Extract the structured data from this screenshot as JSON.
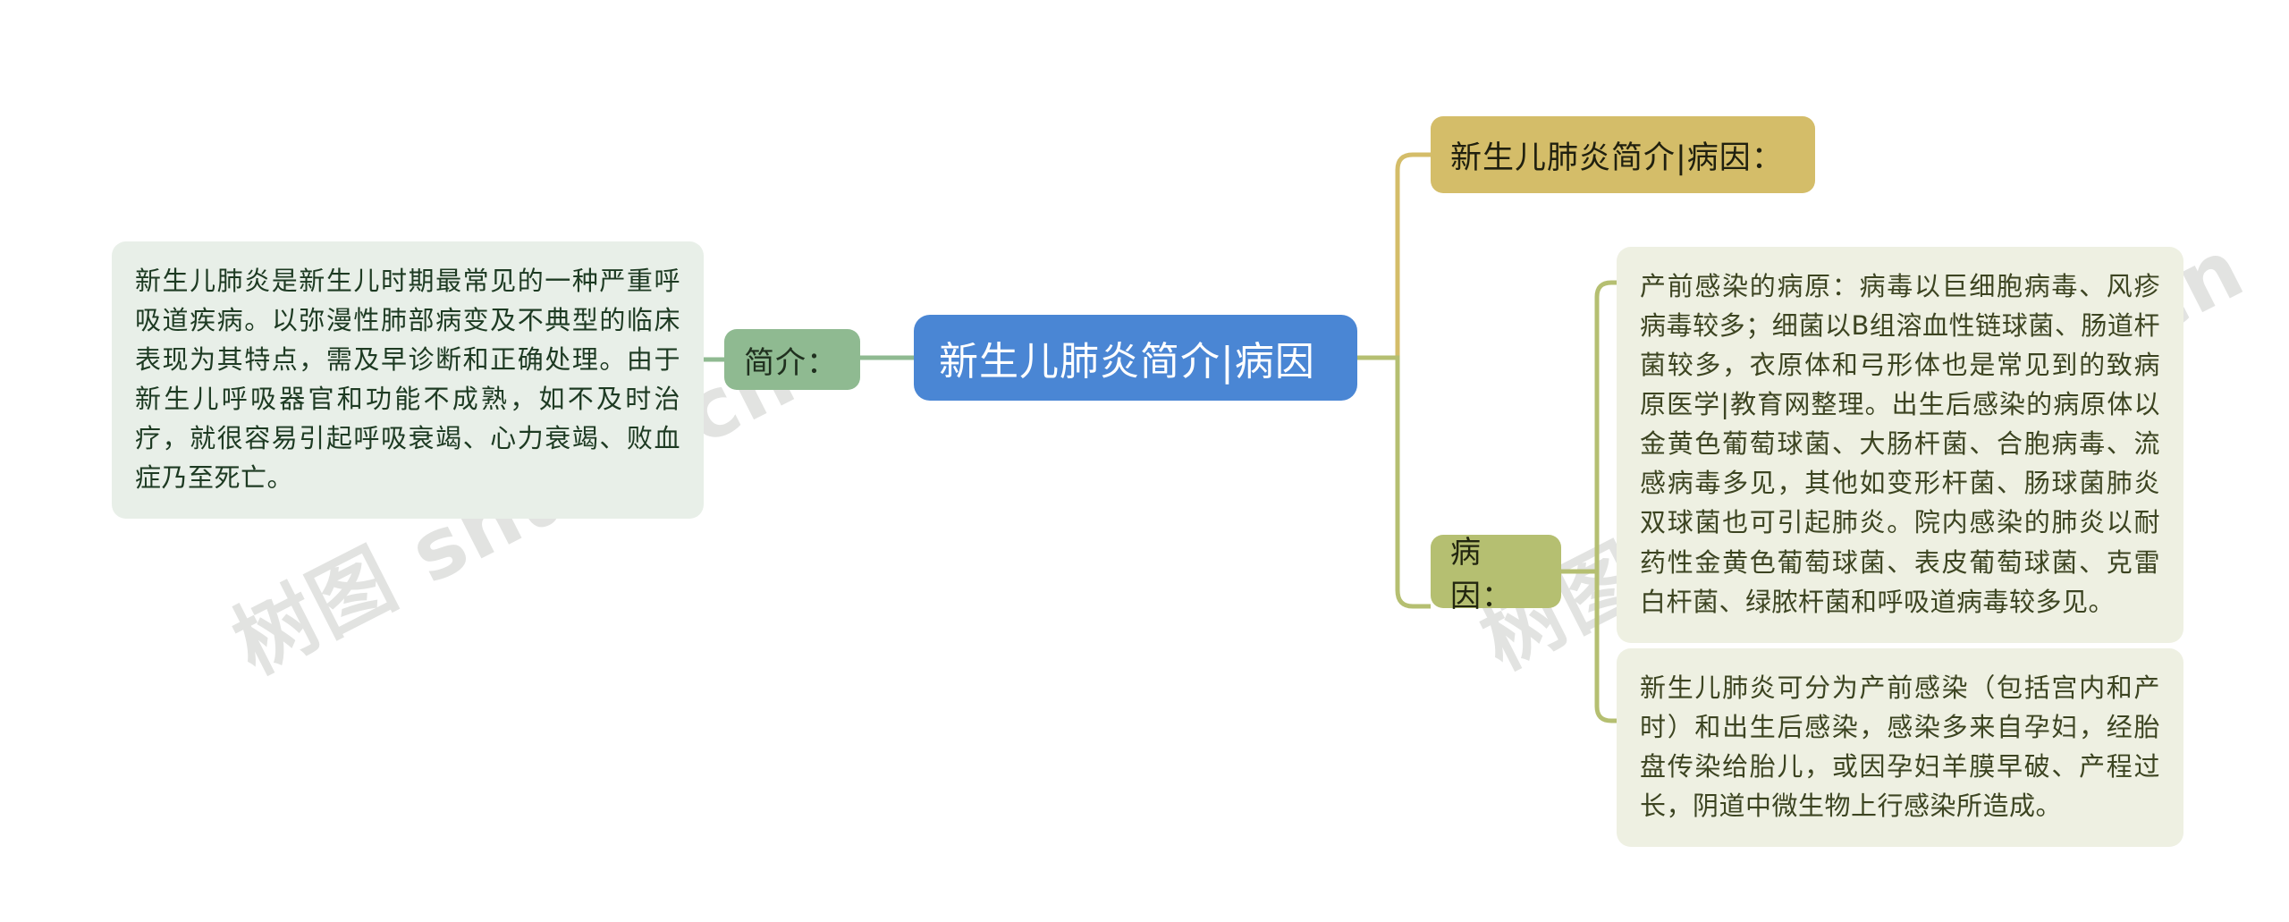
{
  "meta": {
    "diagram_type": "mind-map",
    "background_color": "#ffffff",
    "watermark_text": "树图 shutu.cn",
    "watermark_color": "#e2e3e1"
  },
  "colors": {
    "root_node": "#4a86d4",
    "root_text": "#ffffff",
    "branch_green": "#8fba91",
    "branch_olive": "#b5bf71",
    "branch_gold": "#d4bd69",
    "leaf_green_bg": "#e8efe8",
    "leaf_green_text": "#1d3a22",
    "leaf_olive_bg": "#eef0e2",
    "leaf_olive_text": "#3c4421",
    "connector_green": "#8fba91",
    "connector_olive": "#b5bf71",
    "connector_gold": "#d4bd69"
  },
  "root": {
    "label": "新生儿肺炎简介|病因"
  },
  "branches": [
    {
      "id": "jianjie",
      "label": "简介：",
      "side": "left",
      "accent": "#8fba91",
      "children": [
        {
          "id": "leaf-left",
          "text": "新生儿肺炎是新生儿时期最常见的一种严重呼吸道疾病。以弥漫性肺部病变及不典型的临床表现为其特点，需及早诊断和正确处理。由于新生儿呼吸器官和功能不成熟，如不及时治疗，就很容易引起呼吸衰竭、心力衰竭、败血症乃至死亡。"
        }
      ]
    },
    {
      "id": "gold-title",
      "label": "新生儿肺炎简介|病因：",
      "side": "right",
      "accent": "#d4bd69",
      "children": []
    },
    {
      "id": "bingyin",
      "label": "病因：",
      "side": "right",
      "accent": "#b5bf71",
      "children": [
        {
          "id": "leaf-right-top",
          "text": "产前感染的病原：病毒以巨细胞病毒、风疹病毒较多；细菌以B组溶血性链球菌、肠道杆菌较多，衣原体和弓形体也是常见到的致病原医学|教育网整理。出生后感染的病原体以金黄色葡萄球菌、大肠杆菌、合胞病毒、流感病毒多见，其他如变形杆菌、肠球菌肺炎双球菌也可引起肺炎。院内感染的肺炎以耐药性金黄色葡萄球菌、表皮葡萄球菌、克雷白杆菌、绿脓杆菌和呼吸道病毒较多见。"
        },
        {
          "id": "leaf-right-bottom",
          "text": "新生儿肺炎可分为产前感染（包括宫内和产时）和出生后感染，感染多来自孕妇，经胎盘传染给胎儿，或因孕妇羊膜早破、产程过长，阴道中微生物上行感染所造成。"
        }
      ]
    }
  ]
}
